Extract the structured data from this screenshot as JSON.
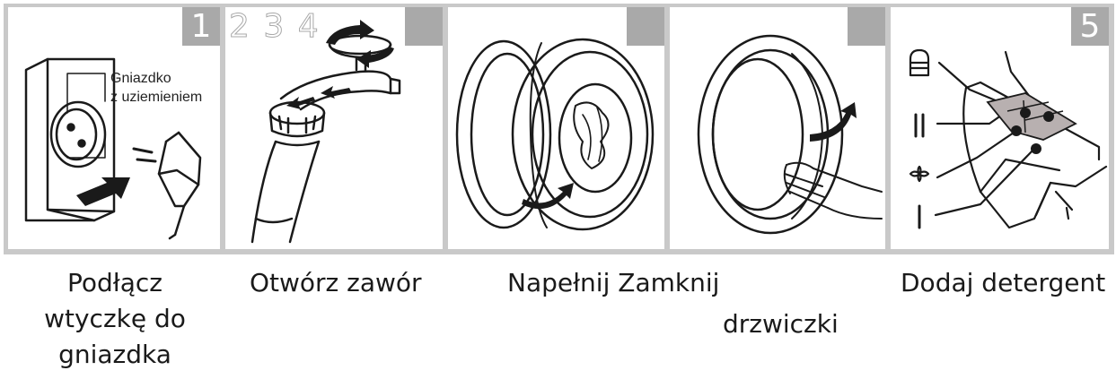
{
  "panels": [
    {
      "badge": "1",
      "caption_lines": [
        "Podłącz",
        "wtyczkę do",
        "gniazdka"
      ],
      "annotation_lines": [
        "Gniazdko",
        "z uziemieniem"
      ]
    },
    {
      "badge": "2 3 4",
      "caption": "Otwórz zawór"
    },
    {
      "badge": "",
      "caption": "Napełnij Zamknij"
    },
    {
      "badge": "",
      "caption": "drzwiczki"
    },
    {
      "badge": "5",
      "caption": "Dodaj detergent"
    }
  ],
  "dispenser_symbols": [
    "II",
    "I"
  ],
  "colors": {
    "frame": "#c9c9c9",
    "badge": "#a9a9a9",
    "line": "#1a1a1a",
    "tray": "#b8b0b0"
  }
}
